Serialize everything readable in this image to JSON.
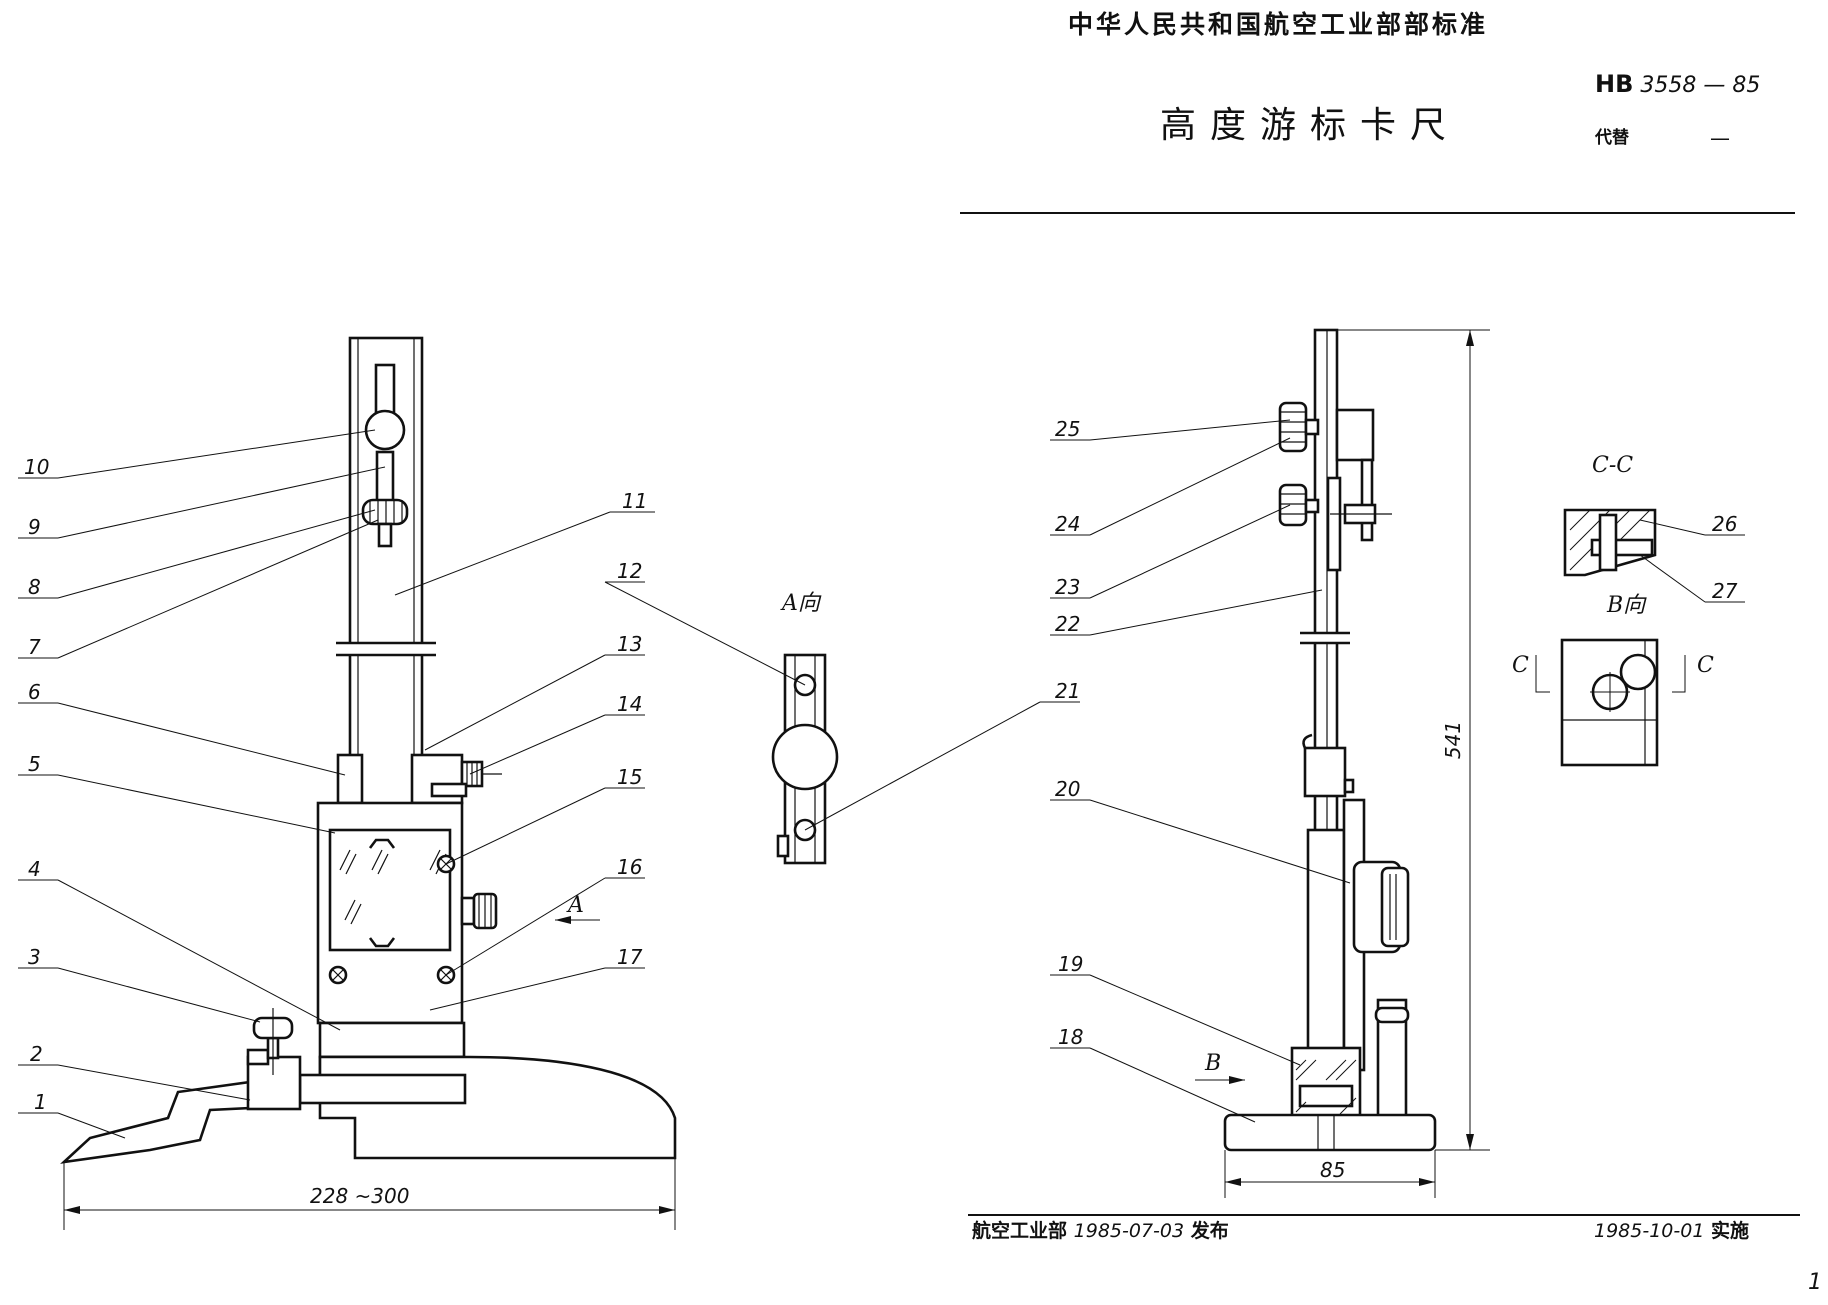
{
  "header": {
    "ministry_standard": "中华人民共和国航空工业部部标准",
    "title": "高度游标卡尺",
    "code_prefix": "HB",
    "code_number": "3558 — 85",
    "replaces_label": "代替",
    "replaces_value": "—"
  },
  "footer": {
    "issued_by": "航空工业部",
    "issued_date": "1985-07-03",
    "issued_label": "发布",
    "effective_date": "1985-10-01",
    "effective_label": "实施",
    "page_number": "1"
  },
  "views": {
    "view_a": "A向",
    "view_b": "B向",
    "section_cc": "C-C",
    "arrow_a": "A",
    "arrow_b": "B",
    "cut_c": "C"
  },
  "dimensions": {
    "base_length": "228 ~300",
    "base_width": "85",
    "height": "541"
  },
  "part_numbers": [
    "1",
    "2",
    "3",
    "4",
    "5",
    "6",
    "7",
    "8",
    "9",
    "10",
    "11",
    "12",
    "13",
    "14",
    "15",
    "16",
    "17",
    "18",
    "19",
    "20",
    "21",
    "22",
    "23",
    "24",
    "25",
    "26",
    "27"
  ]
}
